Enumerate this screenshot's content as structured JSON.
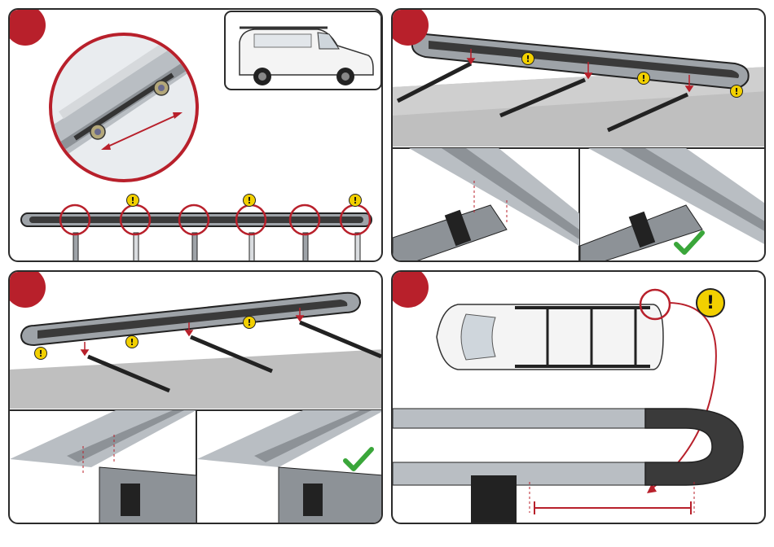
{
  "colors": {
    "accent_red": "#b8202b",
    "warning_yellow": "#f2d000",
    "ok_green": "#3aa63a",
    "roof_grey": "#bfbfbf",
    "rail_grey": "#9ea3a8"
  },
  "icons": {
    "step_marker": "red-circle-icon",
    "warning": "exclamation-icon",
    "ok": "check-mark-icon"
  },
  "warning_glyph": "!",
  "panels": [
    {
      "id": "step-1",
      "content": "rail slide adjustment, van thumbnail, rail overview with mount points"
    },
    {
      "id": "step-2",
      "content": "rail aligned to roof bars, incorrect and correct mount closeups"
    },
    {
      "id": "step-3",
      "content": "rail aligned to roof bars, incorrect and correct mount closeups"
    },
    {
      "id": "step-4",
      "content": "top view of van with rail, end cap distance detail"
    }
  ]
}
